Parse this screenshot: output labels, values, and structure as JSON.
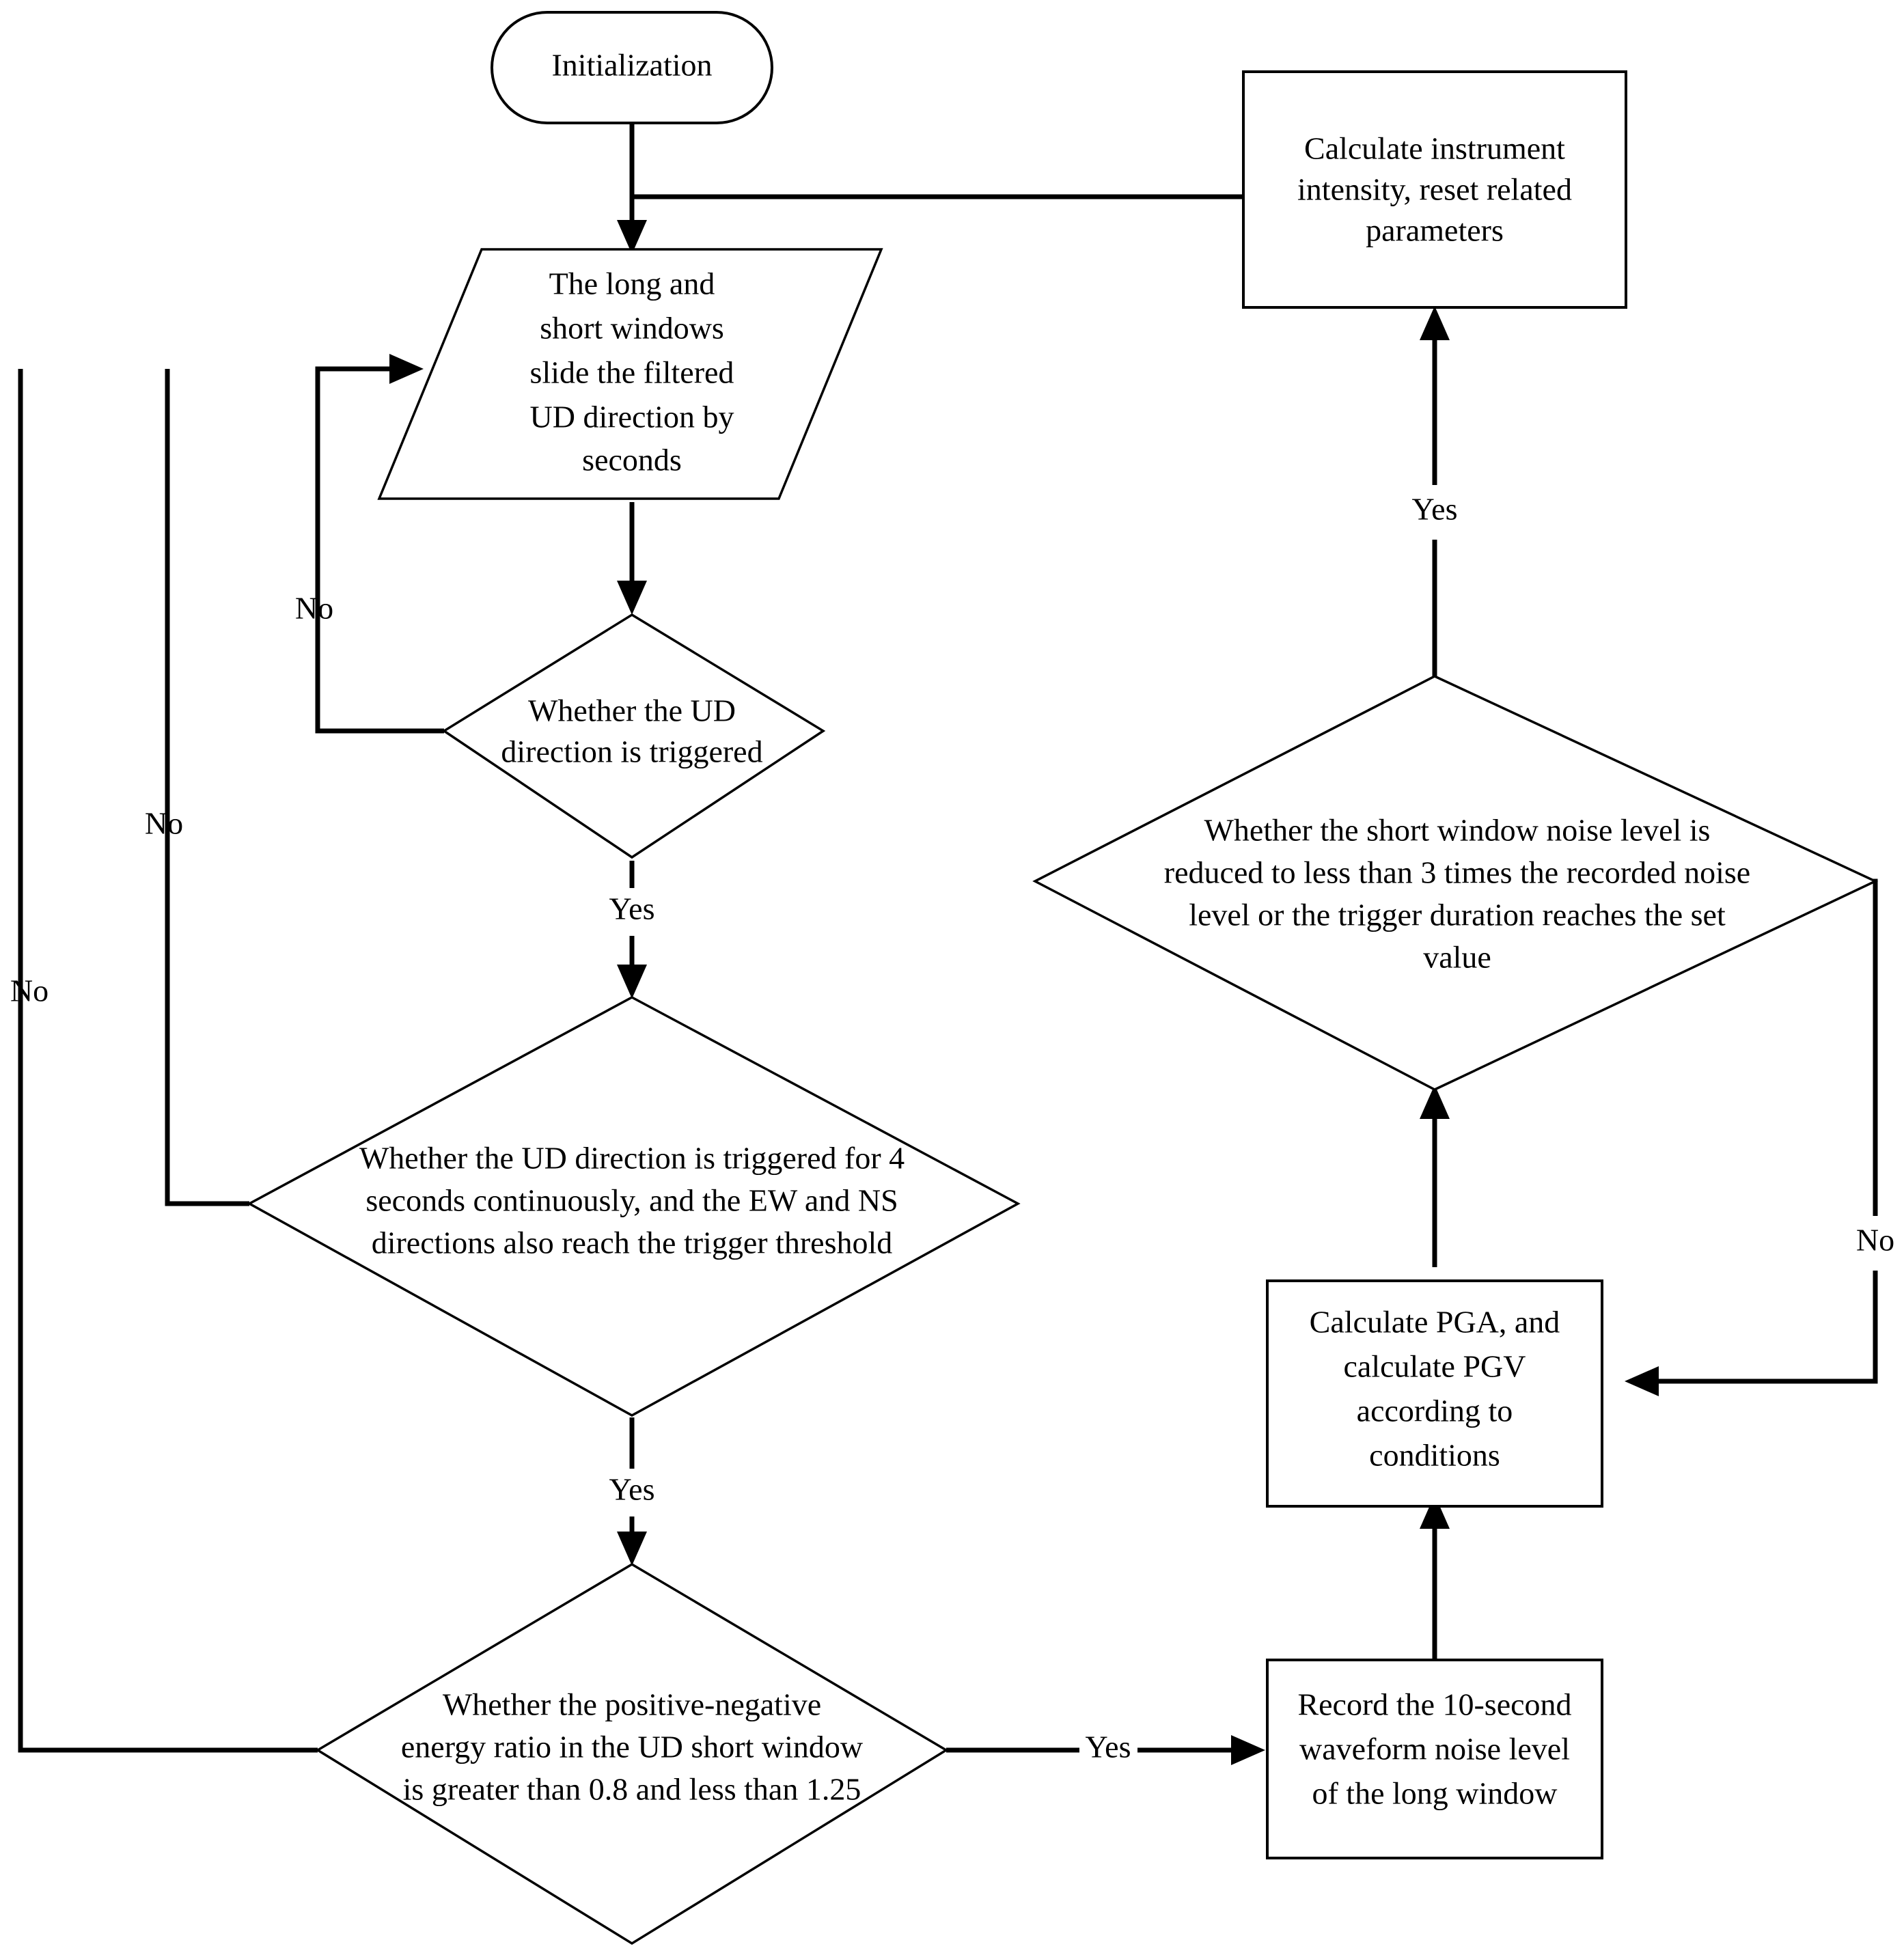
{
  "diagram": {
    "title": "Earthquake trigger detection flowchart",
    "colors": {
      "stroke": "#000000",
      "fill": "#ffffff",
      "text": "#000000"
    },
    "nodes": {
      "start": {
        "id": "initialization",
        "shape": "terminator",
        "label": "Initialization"
      },
      "slide_windows": {
        "id": "slide-windows",
        "shape": "parallelogram",
        "lines": [
          "The long and",
          "short windows",
          "slide the filtered",
          "UD direction by",
          "seconds"
        ]
      },
      "ud_triggered": {
        "id": "ud-triggered-decision",
        "shape": "diamond",
        "lines": [
          "Whether the UD",
          "direction is triggered"
        ]
      },
      "ud_4_seconds": {
        "id": "ud-four-seconds-decision",
        "shape": "diamond",
        "lines": [
          "Whether the UD direction is triggered for 4",
          "seconds continuously, and the EW and NS",
          "directions also reach the trigger threshold"
        ]
      },
      "energy_ratio": {
        "id": "energy-ratio-decision",
        "shape": "diamond",
        "lines": [
          "Whether the positive-negative",
          "energy ratio in the UD short window",
          "is greater than 0.8 and less than 1.25"
        ]
      },
      "record_noise": {
        "id": "record-noise-level",
        "shape": "process",
        "lines": [
          "Record the 10-second",
          "waveform noise level",
          "of the long window"
        ]
      },
      "calculate_pga": {
        "id": "calculate-pga-pgv",
        "shape": "process",
        "lines": [
          "Calculate PGA, and",
          "calculate PGV",
          "according to",
          "conditions"
        ]
      },
      "noise_reduced": {
        "id": "noise-reduced-decision",
        "shape": "diamond",
        "lines": [
          "Whether the short window noise level is",
          "reduced to less than 3 times the recorded noise",
          "level or the trigger duration reaches the set",
          "value"
        ]
      },
      "calculate_intensity": {
        "id": "calculate-instrument-intensity",
        "shape": "process",
        "lines": [
          "Calculate instrument",
          "intensity, reset related",
          "parameters"
        ]
      }
    },
    "edge_labels": {
      "no_ud_triggered": "No",
      "no_ud_4_seconds": "No",
      "no_energy_ratio": "No",
      "yes_ud_triggered": "Yes",
      "yes_ud_4_seconds": "Yes",
      "yes_energy_ratio": "Yes",
      "no_noise_reduced": "No",
      "yes_noise_reduced": "Yes"
    }
  }
}
